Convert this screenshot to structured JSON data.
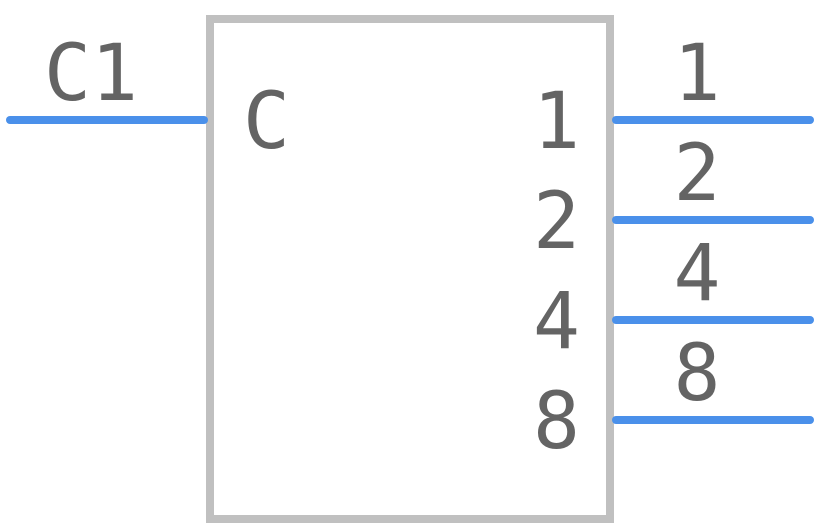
{
  "component": {
    "ref": "C1",
    "body_color": "#c0c0c0",
    "pin_color": "#4a90ea",
    "text_color": "#646464"
  },
  "input_pin": {
    "number": "",
    "label": "C"
  },
  "output_pins": [
    {
      "number": "1",
      "label": "1"
    },
    {
      "number": "2",
      "label": "2"
    },
    {
      "number": "4",
      "label": "4"
    },
    {
      "number": "8",
      "label": "8"
    }
  ]
}
